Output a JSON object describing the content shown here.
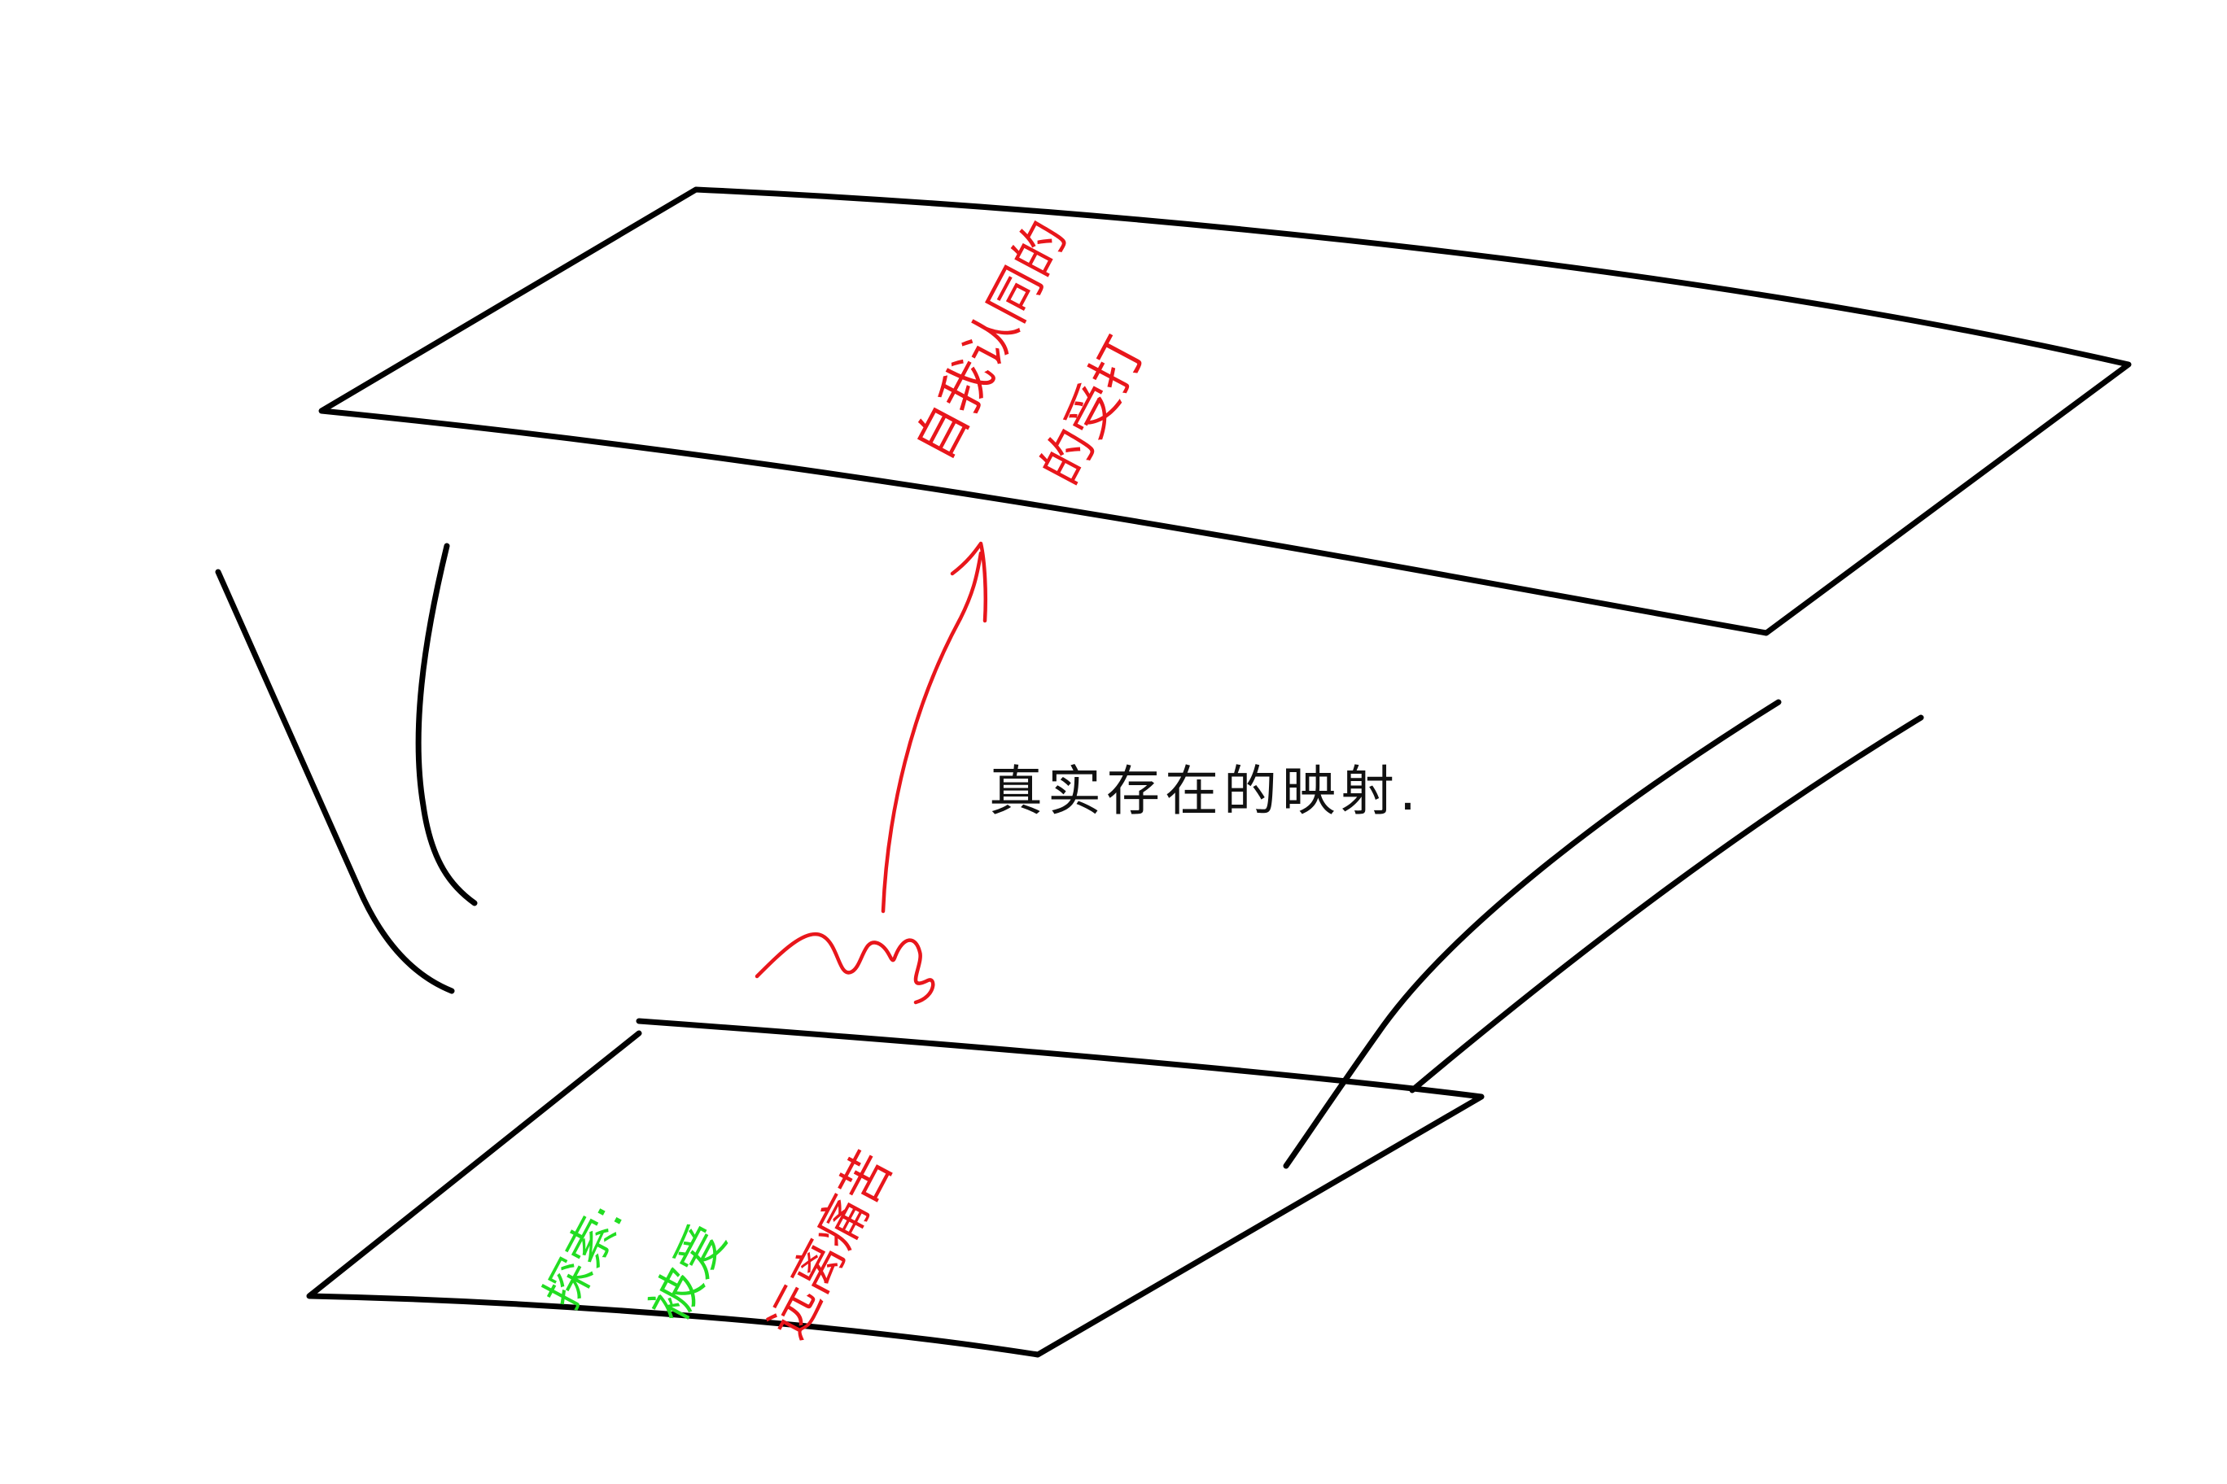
{
  "diagram": {
    "top_plane": {
      "annotation_line1": "自我认同的",
      "annotation_line2": "的受打"
    },
    "middle": {
      "annotation": "真实存在的映射."
    },
    "bottom_plane": {
      "annotation_green_1": "探索:",
      "annotation_green_2": "被爱",
      "annotation_red": "远离痛苦"
    },
    "colors": {
      "ink": "#000000",
      "accent_red": "#e8161b",
      "accent_green": "#22dd22",
      "background": "#ffffff"
    }
  }
}
